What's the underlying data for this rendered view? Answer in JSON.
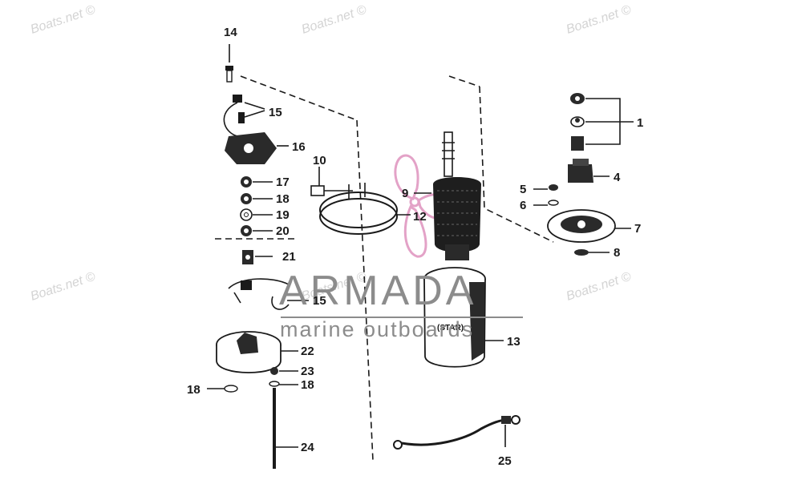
{
  "watermark": "Boats.net ©",
  "brand": {
    "name": "ARMADA",
    "tagline": "marine outboards"
  },
  "star_label": "(STAR)",
  "callouts": {
    "c1": "1",
    "c4": "4",
    "c5": "5",
    "c6": "6",
    "c7": "7",
    "c8": "8",
    "c9": "9",
    "c10": "10",
    "c12": "12",
    "c13": "13",
    "c14": "14",
    "c15a": "15",
    "c15b": "15",
    "c16": "16",
    "c17": "17",
    "c18a": "18",
    "c19": "19",
    "c20": "20",
    "c21": "21",
    "c22": "22",
    "c23": "23",
    "c18b": "18",
    "c18c": "18",
    "c24": "24",
    "c25": "25"
  }
}
